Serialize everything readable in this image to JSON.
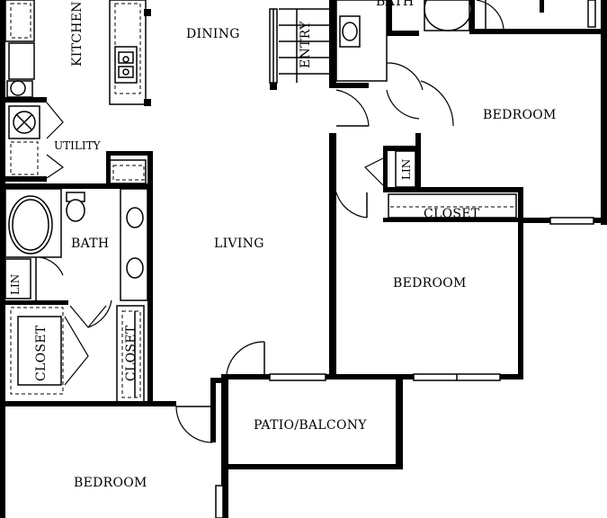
{
  "rooms": {
    "kitchen": "KITCHEN",
    "dining": "DINING",
    "entry": "ENTRY",
    "bath_top": "BATH",
    "bedroom_ne": "BEDROOM",
    "utility": "UTILITY",
    "lin_right": "LIN",
    "closet_right": "CLOSET",
    "bath_left": "BATH",
    "living": "LIVING",
    "bedroom_e": "BEDROOM",
    "lin_left": "LIN",
    "closet_left": "CLOSET",
    "closet_mid": "CLOSET",
    "patio": "PATIO/BALCONY",
    "bedroom_sw": "BEDROOM"
  }
}
